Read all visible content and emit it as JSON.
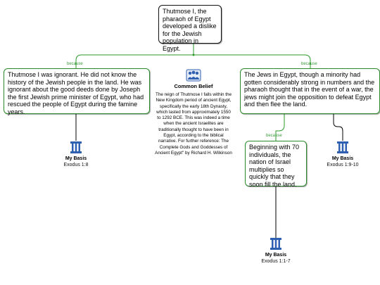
{
  "claim": "Thutmose I, the pharaoh of Egypt developed a dislike for the Jewish population in Egypt.",
  "connector_label": "because",
  "reasons": [
    {
      "text": "Thutmose I was ignorant. He did not know the history of the Jewish people in the land. He was ignorant about the good deeds done by Joseph the first Jewish prime minister of Egypt, who had rescued the people of Egypt during the famine years.",
      "basis_title": "My Basis",
      "basis_ref": "Exodus 1:8"
    },
    {
      "text": "The Jews in Egypt, though a minority had gotten considerably strong in numbers and the pharaoh thought that in the event of a war, the jews might join the opposition to defeat Egypt and then flee the land.",
      "basis_title": "My Basis",
      "basis_ref": "Exodus 1:9-10"
    }
  ],
  "sub_reason": {
    "text": "Beginning with 70 individuals, the nation of Israel multiplies so quickly that they soon fill the land.",
    "basis_title": "My Basis",
    "basis_ref": "Exodus 1:1-7"
  },
  "common_belief": {
    "title": "Common Belief",
    "text": "The reign of Thutmose I falls within the New Kingdom period of ancient Egypt, specifically the early 18th Dynasty, which lasted from approximately 1550 to 1292 BCE. This was indeed a time when the ancient Israelites are traditionally thought to have been in Egypt, according to the biblical narrative. For further reference: The Complete Gods and Goddesses of Ancient Egypt\" by Richard H. Wilkinson"
  },
  "colors": {
    "connector": "#2a9a2a",
    "line": "#000000",
    "icon": "#2f5fb0"
  }
}
